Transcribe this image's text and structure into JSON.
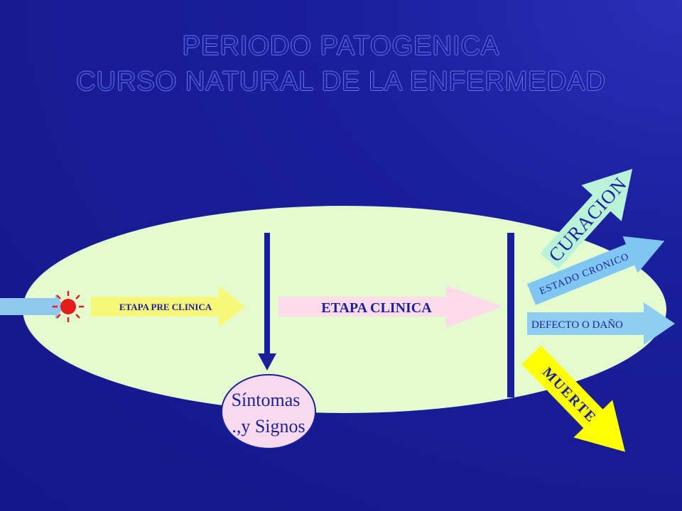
{
  "title": {
    "line1": "PERIODO PATOGENICA",
    "line2": "CURSO NATURAL DE LA ENFERMEDAD"
  },
  "diagram": {
    "stage_preclinical": "ETAPA  PRE CLINICA",
    "stage_clinical": "ETAPA CLINICA",
    "symptoms_line1": "Síntomas",
    "symptoms_line2": ".,y Signos",
    "outcomes": {
      "cure": "CURACION",
      "chronic": "ESTADO CRONICO",
      "defect": "DEFECTO O DAÑO",
      "death": "MUERTE"
    }
  },
  "colors": {
    "background": "#1a1f9c",
    "ellipse": "#e4fbcf",
    "preclinical_arrow": "#f7f77a",
    "clinical_arrow": "#fddbe9",
    "symptoms_oval": "#f8d9ee",
    "cure_arrow": "#b8f2d8",
    "chronic_arrow": "#7fc6f3",
    "defect_arrow": "#8fcdf3",
    "death_arrow": "#ffff00",
    "divider": "#1a1f9c",
    "agent_sun": "#e61b1b",
    "entry_arrow": "#8fc7ef"
  }
}
